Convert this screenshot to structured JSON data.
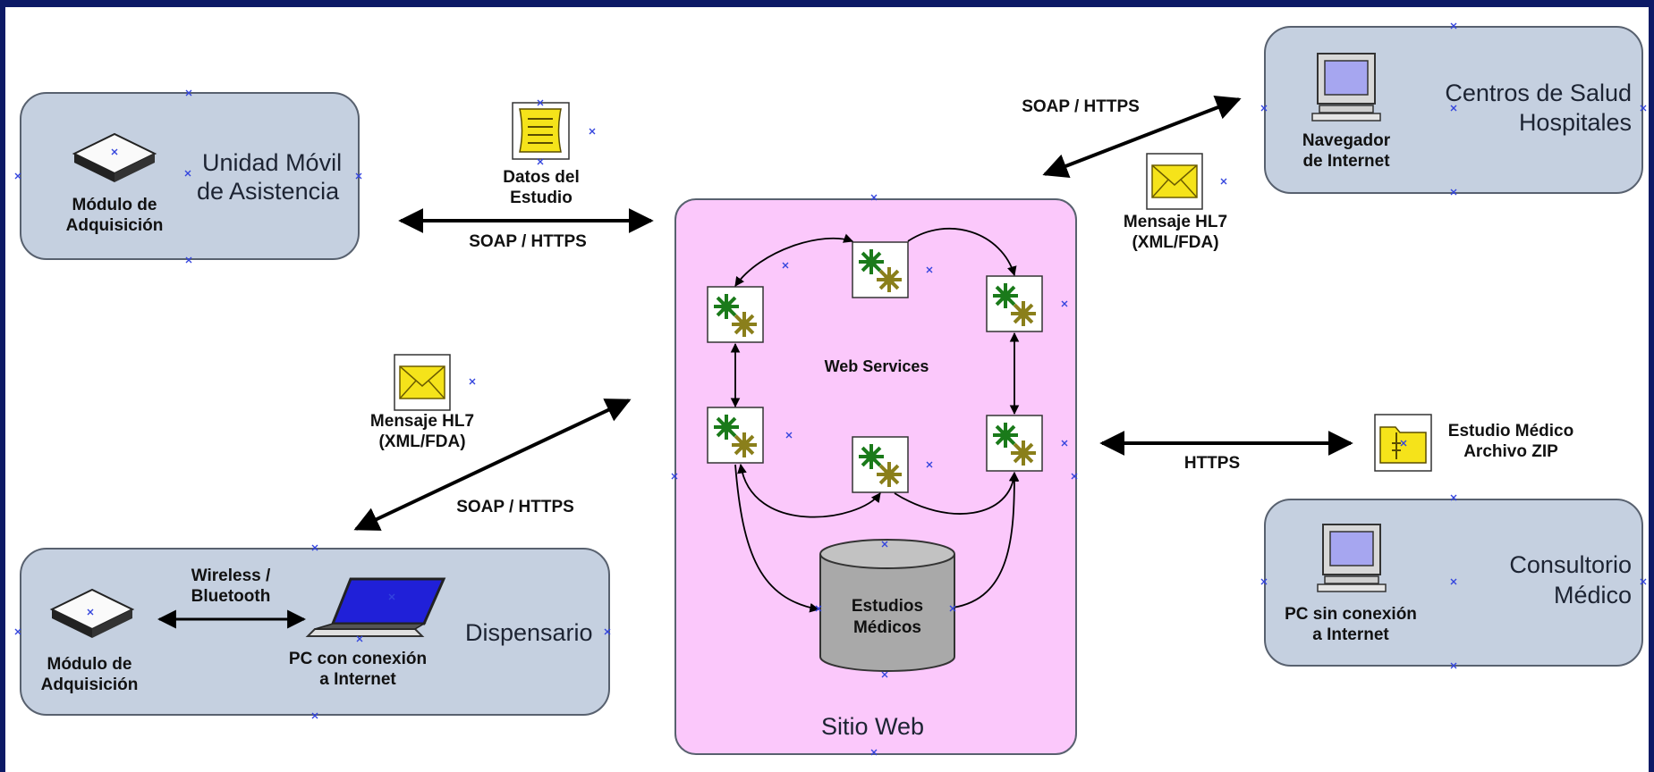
{
  "diagram": {
    "unidad_movil": {
      "title_line1": "Unidad Móvil",
      "title_line2": "de Asistencia",
      "device_line1": "Módulo de",
      "device_line2": "Adquisición"
    },
    "dispensario": {
      "title": "Dispensario",
      "device1_line1": "Módulo de",
      "device1_line2": "Adquisición",
      "wireless_line1": "Wireless /",
      "wireless_line2": "Bluetooth",
      "device2_line1": "PC con conexión",
      "device2_line2": "a Internet"
    },
    "sitio_web": {
      "title": "Sitio Web",
      "services_label": "Web Services",
      "db_line1": "Estudios",
      "db_line2": "Médicos"
    },
    "centros": {
      "title_line1": "Centros de Salud",
      "title_line2": "Hospitales",
      "device_line1": "Navegador",
      "device_line2": "de Internet"
    },
    "consultorio": {
      "title_line1": "Consultorio",
      "title_line2": "Médico",
      "device_line1": "PC sin conexión",
      "device_line2": "a Internet"
    },
    "connections": {
      "top_left_protocol": "SOAP / HTTPS",
      "top_left_doc_line1": "Datos del",
      "top_left_doc_line2": "Estudio",
      "mid_left_msg_line1": "Mensaje  HL7",
      "mid_left_msg_line2": "(XML/FDA)",
      "mid_left_protocol": "SOAP / HTTPS",
      "top_right_protocol": "SOAP / HTTPS",
      "top_right_msg_line1": "Mensaje  HL7",
      "top_right_msg_line2": "(XML/FDA)",
      "right_protocol": "HTTPS",
      "zip_line1": "Estudio Médico",
      "zip_line2": "Archivo ZIP"
    },
    "colors": {
      "frame": "#0c1a66",
      "box_fill": "#c5d0e0",
      "site_fill": "#fbc8fb",
      "envelope": "#f5e31a",
      "db": "#a9a9a9"
    }
  }
}
